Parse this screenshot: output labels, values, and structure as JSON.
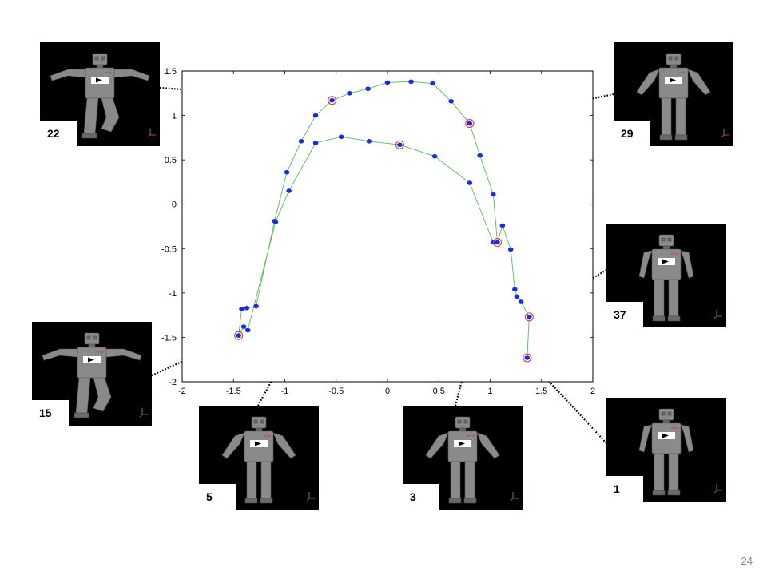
{
  "slide": {
    "page_number": "24"
  },
  "chart_data": {
    "type": "line",
    "xlim": [
      -2,
      2
    ],
    "ylim": [
      -2,
      1.5
    ],
    "x_ticks": [
      "-2",
      "-1.5",
      "-1",
      "-0.5",
      "0",
      "0.5",
      "1",
      "1.5",
      "2"
    ],
    "y_ticks": [
      "1.5",
      "1",
      "0.5",
      "0",
      "-0.5",
      "-1",
      "-1.5",
      "-2"
    ],
    "grid": false,
    "legend": "none",
    "colors": {
      "line": "#5cb85c",
      "marker": "#1a2ee0",
      "highlight": "#e83838",
      "leader": "#000000"
    },
    "points": [
      [
        1.36,
        -1.73
      ],
      [
        1.38,
        -1.27
      ],
      [
        1.3,
        -1.1
      ],
      [
        1.26,
        -1.04
      ],
      [
        1.24,
        -0.96
      ],
      [
        1.2,
        -0.51
      ],
      [
        1.12,
        -0.24
      ],
      [
        1.07,
        -0.43
      ],
      [
        1.03,
        0.11
      ],
      [
        0.9,
        0.55
      ],
      [
        0.8,
        0.91
      ],
      [
        0.62,
        1.16
      ],
      [
        0.44,
        1.36
      ],
      [
        0.23,
        1.38
      ],
      [
        0.0,
        1.37
      ],
      [
        -0.19,
        1.3
      ],
      [
        -0.37,
        1.25
      ],
      [
        -0.54,
        1.17
      ],
      [
        -0.7,
        1.0
      ],
      [
        -0.84,
        0.71
      ],
      [
        -0.98,
        0.36
      ],
      [
        -1.1,
        -0.19
      ],
      [
        -1.28,
        -1.15
      ],
      [
        -1.37,
        -1.17
      ],
      [
        -1.42,
        -1.18
      ],
      [
        -1.45,
        -1.48
      ],
      [
        -1.4,
        -1.38
      ],
      [
        -1.36,
        -1.42
      ],
      [
        -1.09,
        -0.2
      ],
      [
        -0.96,
        0.15
      ],
      [
        -0.7,
        0.69
      ],
      [
        -0.45,
        0.76
      ],
      [
        -0.18,
        0.71
      ],
      [
        0.12,
        0.67
      ],
      [
        0.46,
        0.54
      ],
      [
        0.8,
        0.24
      ],
      [
        1.03,
        -0.43
      ]
    ],
    "highlighted": [
      {
        "frame": "1",
        "index": 0
      },
      {
        "frame": "37",
        "index": 1
      },
      {
        "frame": "3",
        "index": 7
      },
      {
        "frame": "29",
        "index": 10
      },
      {
        "frame": "22",
        "index": 17
      },
      {
        "frame": "15",
        "index": 25
      },
      {
        "frame": "5",
        "index": 33
      }
    ]
  },
  "robot_images": [
    {
      "frame": "22",
      "icon": "robot-walking-icon",
      "pose": "step",
      "brand": "nnne"
    },
    {
      "frame": "29",
      "icon": "robot-standing-icon",
      "pose": "arms-out",
      "brand": "nnne"
    },
    {
      "frame": "37",
      "icon": "robot-standing-icon",
      "pose": "arms-down",
      "brand": "nnne"
    },
    {
      "frame": "15",
      "icon": "robot-walking-icon",
      "pose": "step",
      "brand": "nnne"
    },
    {
      "frame": "5",
      "icon": "robot-standing-icon",
      "pose": "arms-out",
      "brand": "nnne"
    },
    {
      "frame": "3",
      "icon": "robot-standing-icon",
      "pose": "arms-out",
      "brand": "nnne"
    },
    {
      "frame": "1",
      "icon": "robot-standing-icon",
      "pose": "arms-down",
      "brand": "nnne"
    }
  ]
}
